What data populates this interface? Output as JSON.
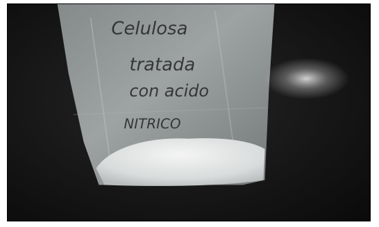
{
  "image": {
    "subject": "plastic-bag-with-white-powder",
    "colors": {
      "background": "#121212",
      "bag": "#9ea3a3",
      "powder": "#e8e8e8",
      "ink": "#1a1a1a",
      "glare": "#f2f2f2"
    },
    "handwriting": {
      "line1": "Celulosa",
      "line2": "tratada",
      "line3": "con acido",
      "line4": "NITRICO"
    }
  }
}
